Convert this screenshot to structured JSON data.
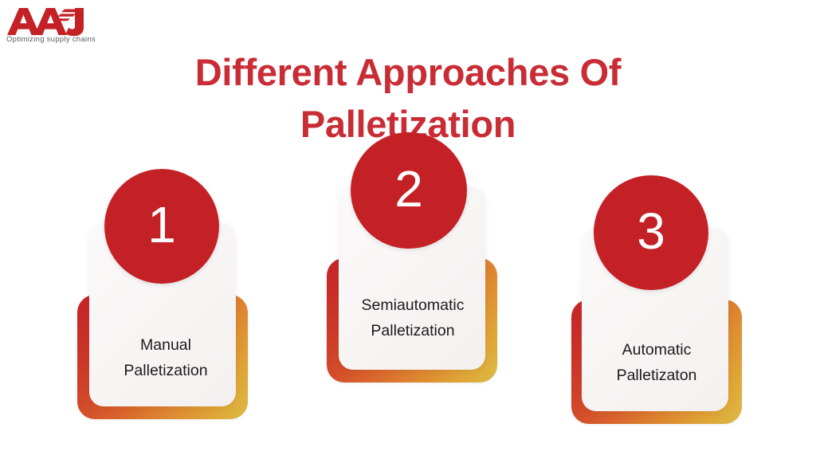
{
  "brand": {
    "name": "AAJ",
    "tagline": "Optimizing supply chains",
    "logo_icon": "aaj-logo-icon",
    "color": "#C42127"
  },
  "title": {
    "line1": "Different Approaches Of",
    "line2": "Palletization",
    "color": "#C92C35"
  },
  "theme": {
    "background": "#FFFFFF",
    "badge_color": "#C42127",
    "gradient_start": "#C42127",
    "gradient_end": "#DCBB45",
    "card_surface": "#F7F4F4",
    "text_color": "#1B1B1B"
  },
  "cards": [
    {
      "number": "1",
      "label_line1": "Manual",
      "label_line2": "Palletization"
    },
    {
      "number": "2",
      "label_line1": "Semiautomatic",
      "label_line2": "Palletization"
    },
    {
      "number": "3",
      "label_line1": "Automatic",
      "label_line2": "Palletizaton"
    }
  ]
}
